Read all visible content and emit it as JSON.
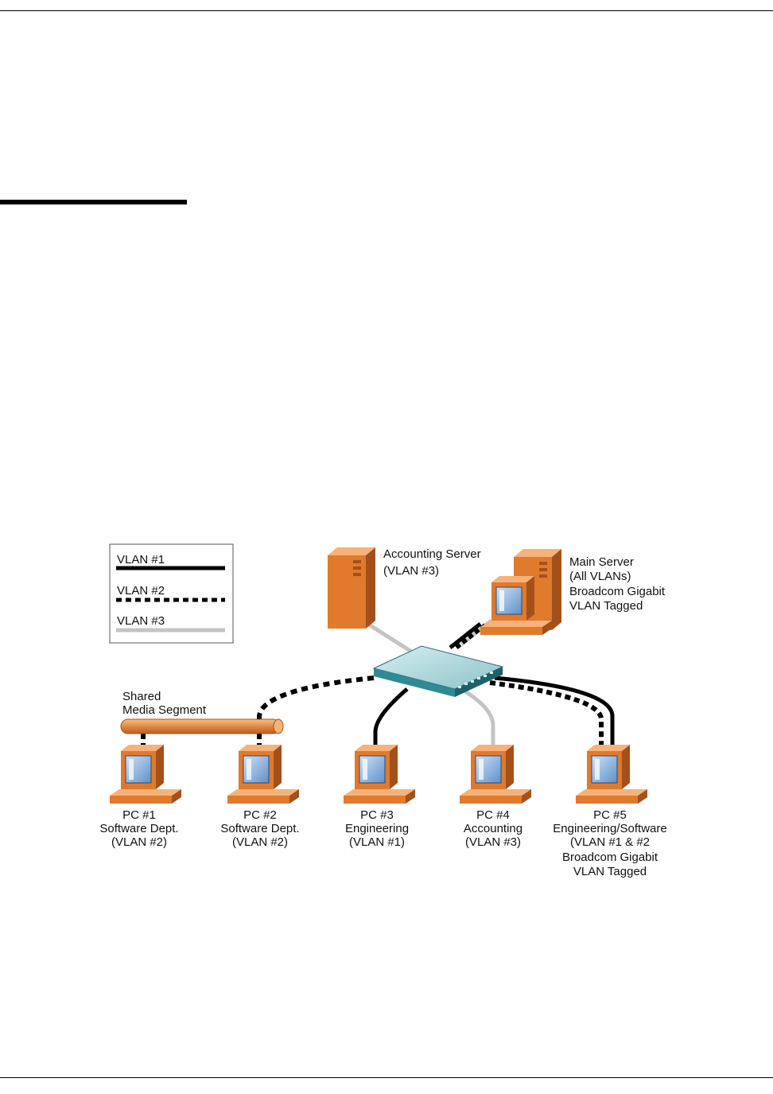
{
  "legend": {
    "items": [
      {
        "label": "VLAN #1",
        "style": "solid-black"
      },
      {
        "label": "VLAN #2",
        "style": "dashed-black"
      },
      {
        "label": "VLAN #3",
        "style": "solid-gray"
      }
    ]
  },
  "nodes": {
    "accounting_server": {
      "lines": [
        "Accounting Server",
        "(VLAN #3)"
      ]
    },
    "main_server": {
      "lines": [
        "Main Server",
        "(All VLANs)",
        "Broadcom Gigabit",
        "VLAN Tagged"
      ]
    },
    "shared_segment": {
      "lines": [
        "Shared",
        "Media Segment"
      ]
    },
    "pc1": {
      "lines": [
        "PC #1",
        "Software Dept.",
        "(VLAN #2)"
      ]
    },
    "pc2": {
      "lines": [
        "PC #2",
        "Software Dept.",
        "(VLAN #2)"
      ]
    },
    "pc3": {
      "lines": [
        "PC #3",
        "Engineering",
        "(VLAN #1)"
      ]
    },
    "pc4": {
      "lines": [
        "PC #4",
        "Accounting",
        "(VLAN #3)"
      ]
    },
    "pc5": {
      "lines": [
        "PC #5",
        "Engineering/Software",
        "(VLAN #1 & #2",
        "Broadcom Gigabit",
        "VLAN Tagged"
      ]
    }
  },
  "colors": {
    "device_orange": "#e07a2c",
    "device_light": "#f6b27a",
    "device_dark": "#a4501a",
    "screen_blue": "#7aa6d6",
    "switch_teal": "#2f8a94",
    "vlan1": "#000000",
    "vlan2": "#000000",
    "vlan3": "#c4c4c4"
  }
}
